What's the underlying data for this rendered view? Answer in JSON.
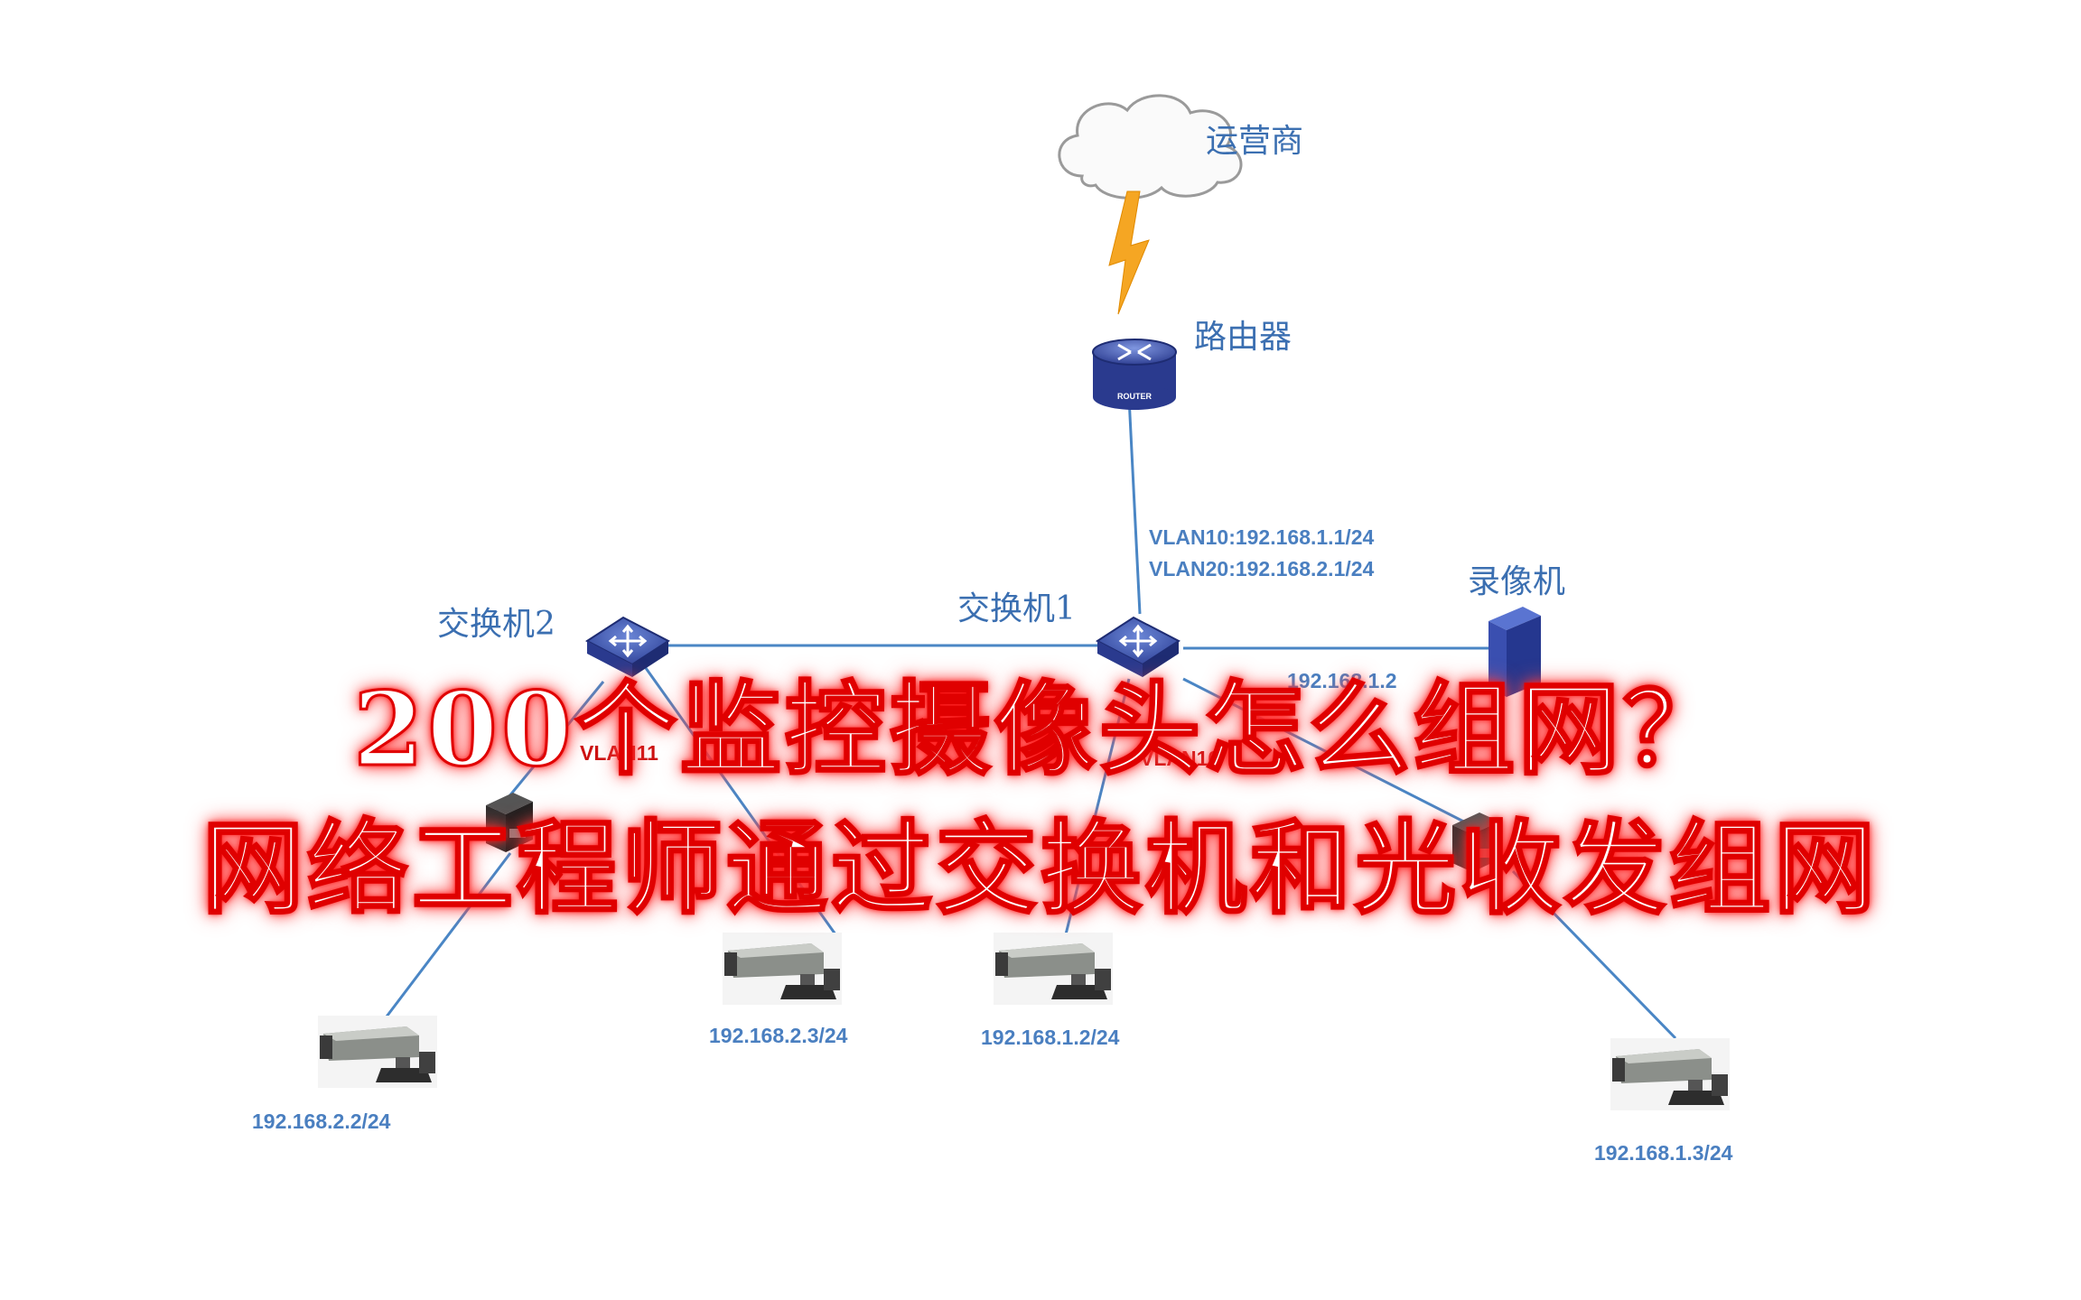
{
  "nodes": {
    "isp": "运营商",
    "router": "路由器",
    "router_badge": "ROUTER",
    "core_switch": "交换机1",
    "access_switch": "交换机2",
    "nvr": "录像机"
  },
  "core_vlan_ips": [
    "VLAN10:192.168.1.1/24",
    "VLAN20:192.168.2.1/24"
  ],
  "nvr_ip": "192.168.1.2",
  "vlan_tags": {
    "left": "VLAN11",
    "right": "VLAN10"
  },
  "cameras": [
    {
      "ip": "192.168.2.2/24"
    },
    {
      "ip": "192.168.2.3/24"
    },
    {
      "ip": "192.168.1.2/24"
    },
    {
      "ip": "192.168.1.3/24"
    }
  ],
  "overlay": {
    "line1": "200个监控摄像头怎么组网？",
    "line2": "网络工程师通过交换机和光收发组网"
  },
  "colors": {
    "link": "#4a86c5",
    "device": "#2e3f8f",
    "label": "#3b6fb1",
    "headline_glow": "#ff0000",
    "lightning": "#f5a623"
  }
}
